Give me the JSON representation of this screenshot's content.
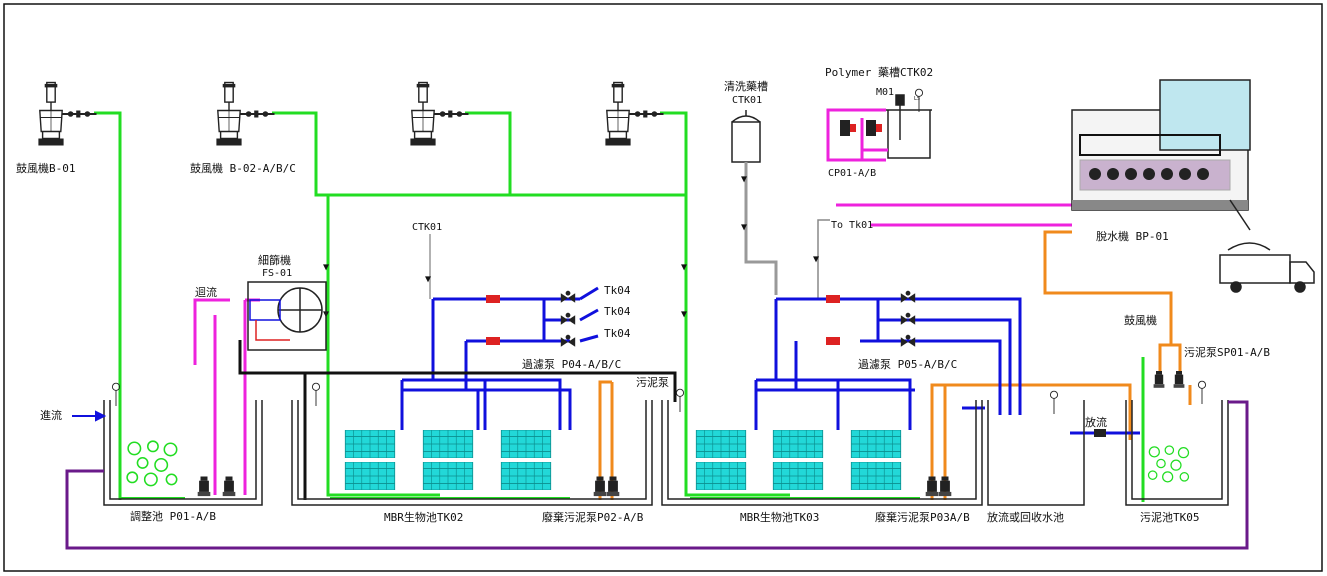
{
  "labels": {
    "blower_b01": "鼓風機B-01",
    "blower_b02": "鼓風機 B-02-A/B/C",
    "clean_tank_title": "清洗藥槽",
    "clean_tank_code": "CTK01",
    "polymer_tank": "Polymer 藥槽CTK02",
    "mixer": "M01",
    "ls": "LS",
    "dosing_pump": "CP01-A/B",
    "to_tk01": "To Tk01",
    "dewatering_machine": "脫水機 BP-01",
    "ctk01_inlet": "CTK01",
    "fine_screen_title": "細篩機",
    "fine_screen_code": "FS-01",
    "return_flow": "迴流",
    "tk04_1": "Tk04",
    "tk04_2": "Tk04",
    "tk04_3": "Tk04",
    "filter_pump_p04": "過濾泵 P04-A/B/C",
    "filter_pump_p05": "過濾泵 P05-A/B/C",
    "sludge_pump_label": "污泥泵",
    "blower_tk05": "鼓風機",
    "sludge_pump_sp01": "污泥泵SP01-A/B",
    "inflow": "進流",
    "discharge": "放流",
    "equalization_tank": "調整池 P01-A/B",
    "mbr_tk02": "MBR生物池TK02",
    "waste_pump_p02": "廢棄污泥泵P02-A/B",
    "mbr_tk03": "MBR生物池TK03",
    "waste_pump_p03": "廢棄污泥泵P03A/B",
    "discharge_tank": "放流或回收水池",
    "sludge_tank_tk05": "污泥池TK05"
  },
  "colors": {
    "air_line": "#22dd22",
    "filtrate_line": "#1010dd",
    "sludge_line": "#f08a1c",
    "polymer_line": "#ee22dd",
    "return_line": "#6a1a8a",
    "chemical_line": "#8a8a8a",
    "membrane": "#22d8d8",
    "equipment": "#222222"
  }
}
